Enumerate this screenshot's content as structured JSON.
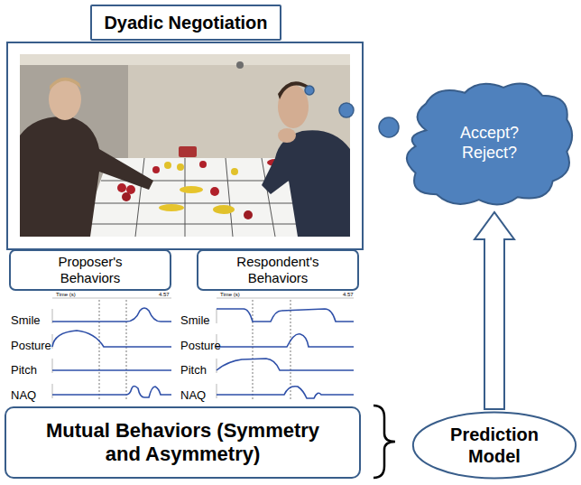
{
  "diagram": {
    "nodes": [
      {
        "text": [
          "Dyadic Negotiation"
        ]
      },
      {
        "text": [
          "Accept? Reject?"
        ]
      },
      {
        "text": [
          "Proposer's Behaviors"
        ]
      },
      {
        "text": [
          "Respondent's Behaviors"
        ]
      },
      {
        "text": [
          "Mutual Behaviors (Symmetry and Asymmetry)"
        ]
      },
      {
        "text": [
          "Prediction Model"
        ]
      }
    ],
    "edges": [
      {
        "from": 5,
        "to": 1,
        "arrow": "to"
      }
    ],
    "labels": [
      "Time (s)",
      "4.57",
      "Smile",
      "Posture",
      "Pitch",
      "NAQ",
      "Time (s)",
      "4.57",
      "Smile",
      "Posture",
      "Pitch",
      "NAQ"
    ]
  }
}
